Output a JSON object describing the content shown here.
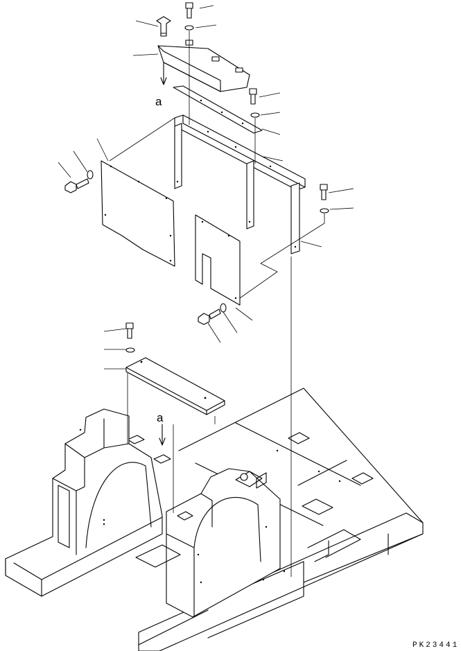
{
  "drawing": {
    "view_labels": [
      "a",
      "a"
    ],
    "drawing_code": "PK23441"
  }
}
